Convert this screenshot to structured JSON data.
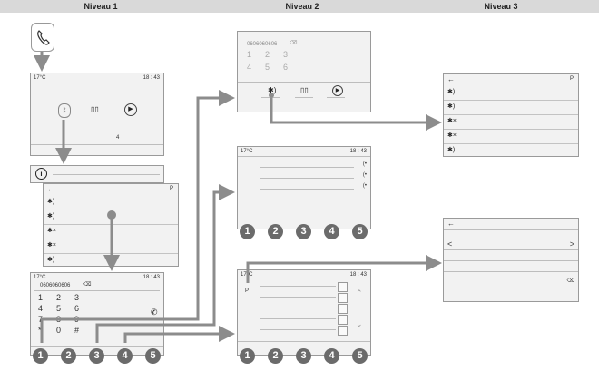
{
  "header": {
    "level1": "Niveau 1",
    "level2": "Niveau 2",
    "level3": "Niveau 3"
  },
  "colors": {
    "arrow": "#8c8c8c",
    "badge": "#6b6b6b",
    "screen": "#f2f2f2",
    "header": "#d9d9d9"
  },
  "icons": {
    "phone": "phone-icon",
    "bluetooth": "bluetooth-icon",
    "back": "back-arrow-icon",
    "info": "info-icon",
    "search": "search-icon"
  },
  "status": {
    "temp": "17°C",
    "time": "18 : 43"
  },
  "dial": {
    "number": "0606060606",
    "keys": [
      "1",
      "2",
      "3",
      "4",
      "5",
      "6",
      "7",
      "8",
      "9",
      "*",
      "0",
      "#"
    ]
  },
  "badges": [
    "1",
    "2",
    "3",
    "4",
    "5"
  ],
  "misc": {
    "page_mark": "4",
    "search_glyph": "P",
    "nav_left": "<",
    "nav_right": ">"
  }
}
